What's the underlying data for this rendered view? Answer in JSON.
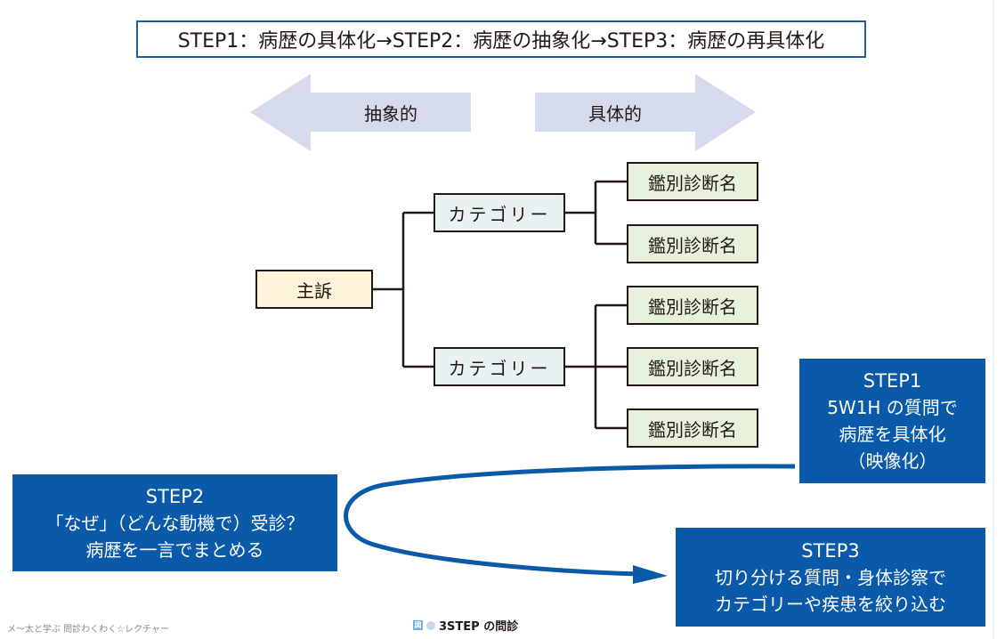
{
  "title": "STEP1：病歴の具体化→STEP2：病歴の抽象化→STEP3：病歴の再具体化",
  "arrows": {
    "left_label": "抽象的",
    "right_label": "具体的"
  },
  "tree": {
    "root": "主訴",
    "categories": [
      {
        "label": "カテゴリー",
        "children": [
          "鑑別診断名",
          "鑑別診断名"
        ]
      },
      {
        "label": "カテゴリー",
        "children": [
          "鑑別診断名",
          "鑑別診断名",
          "鑑別診断名"
        ]
      }
    ]
  },
  "steps": [
    {
      "title": "STEP1",
      "lines": [
        "5W1H の質問で",
        "病歴を具体化",
        "（映像化）"
      ]
    },
    {
      "title": "STEP2",
      "lines": [
        "「なぜ」（どんな動機で）受診？",
        "病歴を一言でまとめる"
      ]
    },
    {
      "title": "STEP3",
      "lines": [
        "切り分ける質問・身体診察で",
        "カテゴリーや疾患を絞り込む"
      ]
    }
  ],
  "colors": {
    "step_blue": "#0a5aa9",
    "arrow_lavender": "#d5daed",
    "chief_fill": "#fdf5d9",
    "category_fill": "#e8f2f3",
    "diagnosis_fill": "#e6f0db"
  },
  "footer": {
    "series": "メ〜太と学ぶ 問診わくわく☆レクチャー",
    "fig_icon": "図",
    "caption": "3STEP の問診"
  }
}
